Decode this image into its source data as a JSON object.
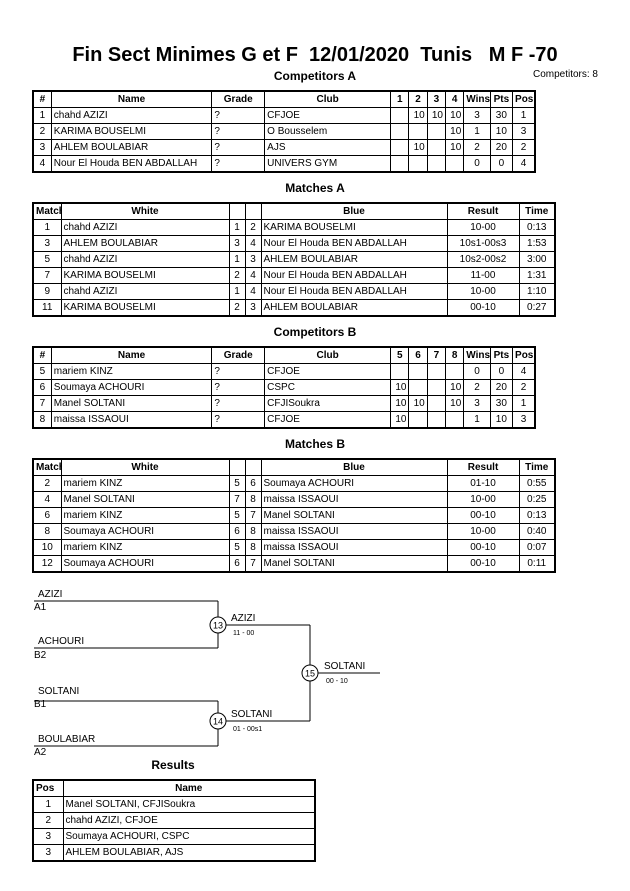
{
  "title": "Fin Sect Minimes G et F  12/01/2020  Tunis   M F -70",
  "competitors_count": "Competitors: 8",
  "compA": {
    "title": "Competitors A",
    "headers": [
      "#",
      "Name",
      "Grade",
      "Club",
      "1",
      "2",
      "3",
      "4",
      "Wins",
      "Pts",
      "Pos"
    ],
    "rows": [
      [
        "1",
        "chahd AZIZI",
        "?",
        "CFJOE",
        "",
        "10",
        "10",
        "10",
        "3",
        "30",
        "1"
      ],
      [
        "2",
        "KARIMA BOUSELMI",
        "?",
        "O Bousselem",
        "",
        "",
        "",
        "10",
        "1",
        "10",
        "3"
      ],
      [
        "3",
        "AHLEM BOULABIAR",
        "?",
        "AJS",
        "",
        "10",
        "",
        "10",
        "2",
        "20",
        "2"
      ],
      [
        "4",
        "Nour El Houda BEN ABDALLAH",
        "?",
        "UNIVERS GYM",
        "",
        "",
        "",
        "",
        "0",
        "0",
        "4"
      ]
    ]
  },
  "matchA": {
    "title": "Matches A",
    "headers": [
      "Match",
      "White",
      "",
      "",
      "Blue",
      "Result",
      "Time"
    ],
    "rows": [
      [
        "1",
        "chahd AZIZI",
        "1",
        "2",
        "KARIMA BOUSELMI",
        "10-00",
        "0:13"
      ],
      [
        "3",
        "AHLEM BOULABIAR",
        "3",
        "4",
        "Nour El Houda BEN ABDALLAH",
        "10s1-00s3",
        "1:53"
      ],
      [
        "5",
        "chahd AZIZI",
        "1",
        "3",
        "AHLEM BOULABIAR",
        "10s2-00s2",
        "3:00"
      ],
      [
        "7",
        "KARIMA BOUSELMI",
        "2",
        "4",
        "Nour El Houda BEN ABDALLAH",
        "11-00",
        "1:31"
      ],
      [
        "9",
        "chahd AZIZI",
        "1",
        "4",
        "Nour El Houda BEN ABDALLAH",
        "10-00",
        "1:10"
      ],
      [
        "11",
        "KARIMA BOUSELMI",
        "2",
        "3",
        "AHLEM BOULABIAR",
        "00-10",
        "0:27"
      ]
    ]
  },
  "compB": {
    "title": "Competitors B",
    "headers": [
      "#",
      "Name",
      "Grade",
      "Club",
      "5",
      "6",
      "7",
      "8",
      "Wins",
      "Pts",
      "Pos"
    ],
    "rows": [
      [
        "5",
        "mariem KINZ",
        "?",
        "CFJOE",
        "",
        "",
        "",
        "",
        "0",
        "0",
        "4"
      ],
      [
        "6",
        "Soumaya ACHOURI",
        "?",
        "CSPC",
        "10",
        "",
        "",
        "10",
        "2",
        "20",
        "2"
      ],
      [
        "7",
        "Manel SOLTANI",
        "?",
        "CFJISoukra",
        "10",
        "10",
        "",
        "10",
        "3",
        "30",
        "1"
      ],
      [
        "8",
        "maissa ISSAOUI",
        "?",
        "CFJOE",
        "10",
        "",
        "",
        "",
        "1",
        "10",
        "3"
      ]
    ]
  },
  "matchB": {
    "title": "Matches B",
    "headers": [
      "Match",
      "White",
      "",
      "",
      "Blue",
      "Result",
      "Time"
    ],
    "rows": [
      [
        "2",
        "mariem KINZ",
        "5",
        "6",
        "Soumaya ACHOURI",
        "01-10",
        "0:55"
      ],
      [
        "4",
        "Manel SOLTANI",
        "7",
        "8",
        "maissa ISSAOUI",
        "10-00",
        "0:25"
      ],
      [
        "6",
        "mariem KINZ",
        "5",
        "7",
        "Manel SOLTANI",
        "00-10",
        "0:13"
      ],
      [
        "8",
        "Soumaya ACHOURI",
        "6",
        "8",
        "maissa ISSAOUI",
        "10-00",
        "0:40"
      ],
      [
        "10",
        "mariem KINZ",
        "5",
        "8",
        "maissa ISSAOUI",
        "00-10",
        "0:07"
      ],
      [
        "12",
        "Soumaya ACHOURI",
        "6",
        "7",
        "Manel SOLTANI",
        "00-10",
        "0:11"
      ]
    ]
  },
  "bracket": {
    "p1": "AZIZI",
    "p1_seed": "A1",
    "p2": "ACHOURI",
    "p2_seed": "B2",
    "p3": "SOLTANI",
    "p3_seed": "B1",
    "p4": "BOULABIAR",
    "p4_seed": "A2",
    "m13": "13",
    "m13_winner": "AZIZI",
    "m13_score": "11 - 00",
    "m14": "14",
    "m14_winner": "SOLTANI",
    "m14_score": "01 - 00s1",
    "m15": "15",
    "m15_winner": "SOLTANI",
    "m15_score": "00 - 10"
  },
  "results": {
    "title": "Results",
    "headers": [
      "Pos",
      "Name"
    ],
    "rows": [
      [
        "1",
        "Manel SOLTANI, CFJISoukra"
      ],
      [
        "2",
        "chahd AZIZI, CFJOE"
      ],
      [
        "3",
        "Soumaya ACHOURI, CSPC"
      ],
      [
        "3",
        "AHLEM BOULABIAR, AJS"
      ]
    ]
  }
}
